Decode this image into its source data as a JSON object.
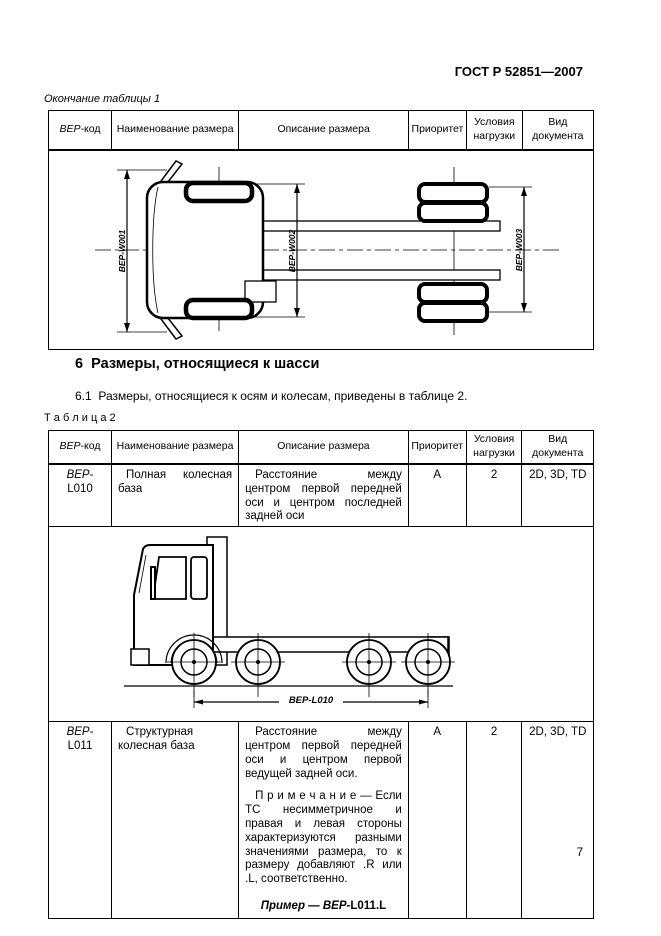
{
  "doc": {
    "header_title": "ГОСТ Р 52851—2007",
    "continuation_caption": "Окончание таблицы 1",
    "section_heading": "6  Размеры, относящиеся к шасси",
    "section_text": "6.1  Размеры, относящиеся к осям и колесам, приведены в таблице 2.",
    "table2_caption": "Т а б л и ц а  2",
    "page_number": "7"
  },
  "columns": {
    "code_prefix": "BEP",
    "code_suffix": "-код",
    "name": "Наименование размера",
    "description": "Описание размера",
    "priority": "Приоритет",
    "load_conditions": "Условия нагрузки",
    "document_type": "Вид документа"
  },
  "table1": {
    "drawing_labels": {
      "w001": "BEP-W001",
      "w002": "BEP-W002",
      "w003": "BEP-W003"
    }
  },
  "table2": {
    "drawing_label": "BEP-L010",
    "rows": [
      {
        "code_prefix": "BEP",
        "code_suffix": "-L010",
        "name": "Полная колесная база",
        "description": "Расстояние между центром первой передней оси и центром последней задней оси",
        "priority": "А",
        "load_conditions": "2",
        "document_type": "2D, 3D, TD"
      },
      {
        "code_prefix": "BEP",
        "code_suffix": "-L011",
        "name": "Структурная колесная база",
        "description": "Расстояние между центром первой передней оси и центром первой ведущей задней оси.",
        "note": "П р и м е ч а н и е — Если ТС несимметричное и правая и левая стороны характеризуются разными значениями размера, то к размеру добавляют .R или .L, соответственно.",
        "example_label": "Пример — ",
        "example_code_prefix": "BEP",
        "example_code_suffix": "-L011.L",
        "priority": "А",
        "load_conditions": "2",
        "document_type": "2D, 3D, TD"
      }
    ]
  }
}
